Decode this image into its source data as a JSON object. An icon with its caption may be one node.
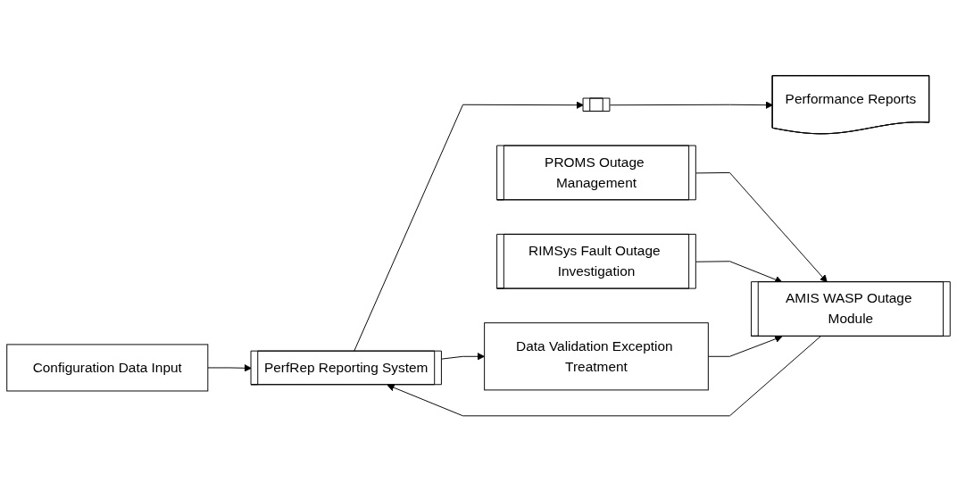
{
  "diagram": {
    "nodes": [
      {
        "text": [
          "Configuration Data Input"
        ]
      },
      {
        "text": [
          "PROMS Outage Management"
        ]
      },
      {
        "text": [
          "RIMSys Fault Outage Investigation"
        ]
      },
      {
        "text": [
          "AMIS WASP Outage Module"
        ]
      },
      {
        "text": [
          "PerfRep Reporting System"
        ]
      },
      {
        "text": [],
        "shape": "box"
      },
      {
        "text": [
          "Performance Reports"
        ]
      },
      {
        "text": [
          "Data Validation Exception Treatment"
        ]
      }
    ],
    "edges": [
      {
        "from": 1,
        "to": 3,
        "arrow": "to"
      },
      {
        "from": 2,
        "to": 3,
        "arrow": "to"
      },
      {
        "from": 3,
        "to": 4,
        "arrow": "to"
      },
      {
        "from": 0,
        "to": 4,
        "arrow": "to"
      },
      {
        "from": 4,
        "to": 5,
        "arrow": "to"
      },
      {
        "from": 5,
        "to": 6,
        "arrow": "to"
      },
      {
        "from": 4,
        "to": 7,
        "arrow": "to"
      },
      {
        "from": 7,
        "to": 3,
        "arrow": "to"
      }
    ]
  }
}
